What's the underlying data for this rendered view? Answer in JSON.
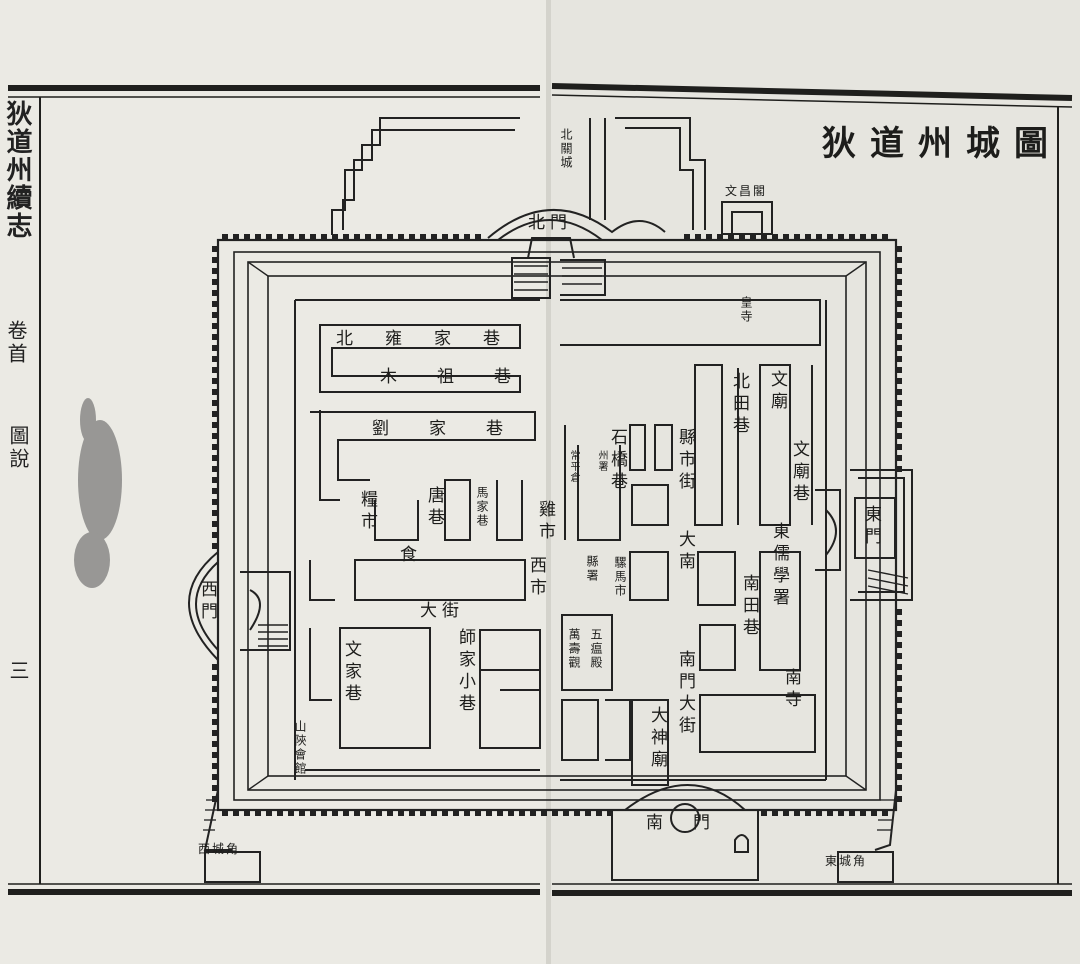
{
  "title": "狄道州城圖",
  "margin": {
    "book_title": "狄道州續志",
    "volume": "卷首",
    "section": "圖說",
    "page_number": "三"
  },
  "gates": {
    "north": "北門",
    "south": "南門",
    "east": "東門",
    "west": "西門"
  },
  "places": {
    "north_suburb": "北關城",
    "wenchang_gate": "文昌閣",
    "west_corner": "西城角",
    "east_corner": "東城角",
    "shaanxi_guild": "山陝會館",
    "hu_temple": "皇寺",
    "confucian_temple": "文廟",
    "ruxue_office": "東儒學署",
    "dashen_temple": "大神廟",
    "wangling_temple": "萬壽觀",
    "wuwen_hall": "五瘟殿",
    "county_yamen": "縣署",
    "granary": "常平倉",
    "zhou_office": "州署"
  },
  "streets": {
    "n_yong_lane": "北雍家巷",
    "mu_zu_lane": "木祖巷",
    "liu_lane": "劉家巷",
    "tang_lane": "唐巷",
    "ma_lane": "馬家巷",
    "grain_market": "糧市",
    "west_market": "西市",
    "wen_lane": "文家巷",
    "shi_lane": "師家小巷",
    "shiqiao_lane": "石橋巷",
    "county_street": "縣市街",
    "great_south": "大南",
    "beitian_lane": "北田巷",
    "wenmiao_lane": "文廟巷",
    "nantian_lane": "南田巷",
    "south_street": "南門大街",
    "west_street": "大街",
    "horse_market": "騾馬市",
    "chicken_lane": "雞市",
    "food_market": "食",
    "south_temple": "南寺"
  }
}
